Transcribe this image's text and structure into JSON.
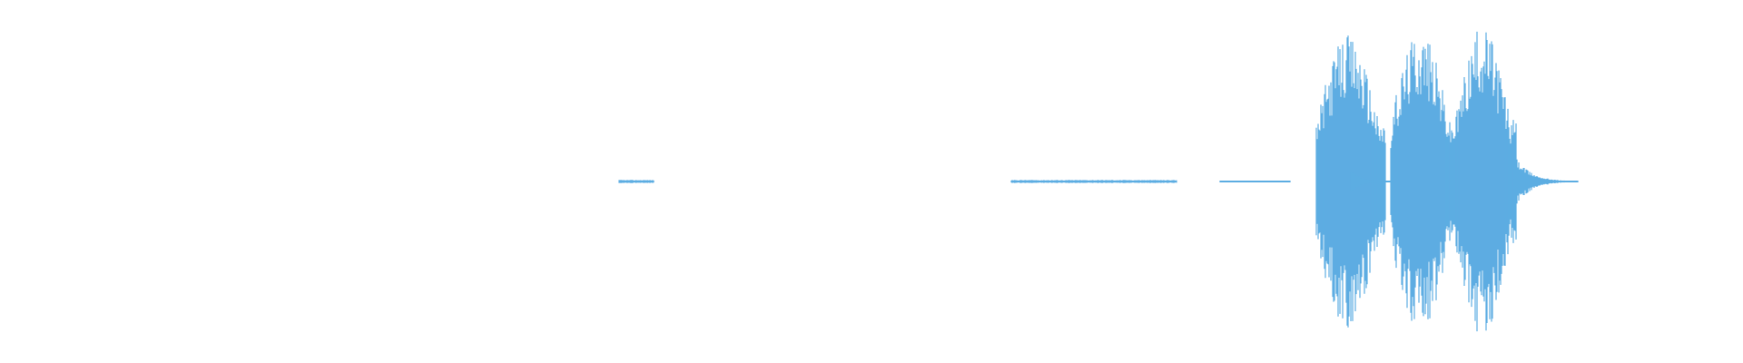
{
  "waveform": {
    "color": "#5DADE2",
    "background": "#ffffff",
    "segments": [
      {
        "kind": "faint",
        "start": 0.355,
        "end": 0.375,
        "amp": 0.01
      },
      {
        "kind": "faint",
        "start": 0.58,
        "end": 0.675,
        "amp": 0.01
      },
      {
        "kind": "faint",
        "start": 0.7,
        "end": 0.74,
        "amp": 0.006
      },
      {
        "kind": "burst",
        "start": 0.755,
        "end": 0.795,
        "amp": 0.92
      },
      {
        "kind": "decay",
        "start": 0.775,
        "end": 0.798,
        "amp": 0.08
      },
      {
        "kind": "burst",
        "start": 0.798,
        "end": 0.835,
        "amp": 0.95
      },
      {
        "kind": "burst",
        "start": 0.835,
        "end": 0.87,
        "amp": 0.98
      },
      {
        "kind": "decay",
        "start": 0.87,
        "end": 0.905,
        "amp": 0.15
      }
    ]
  }
}
